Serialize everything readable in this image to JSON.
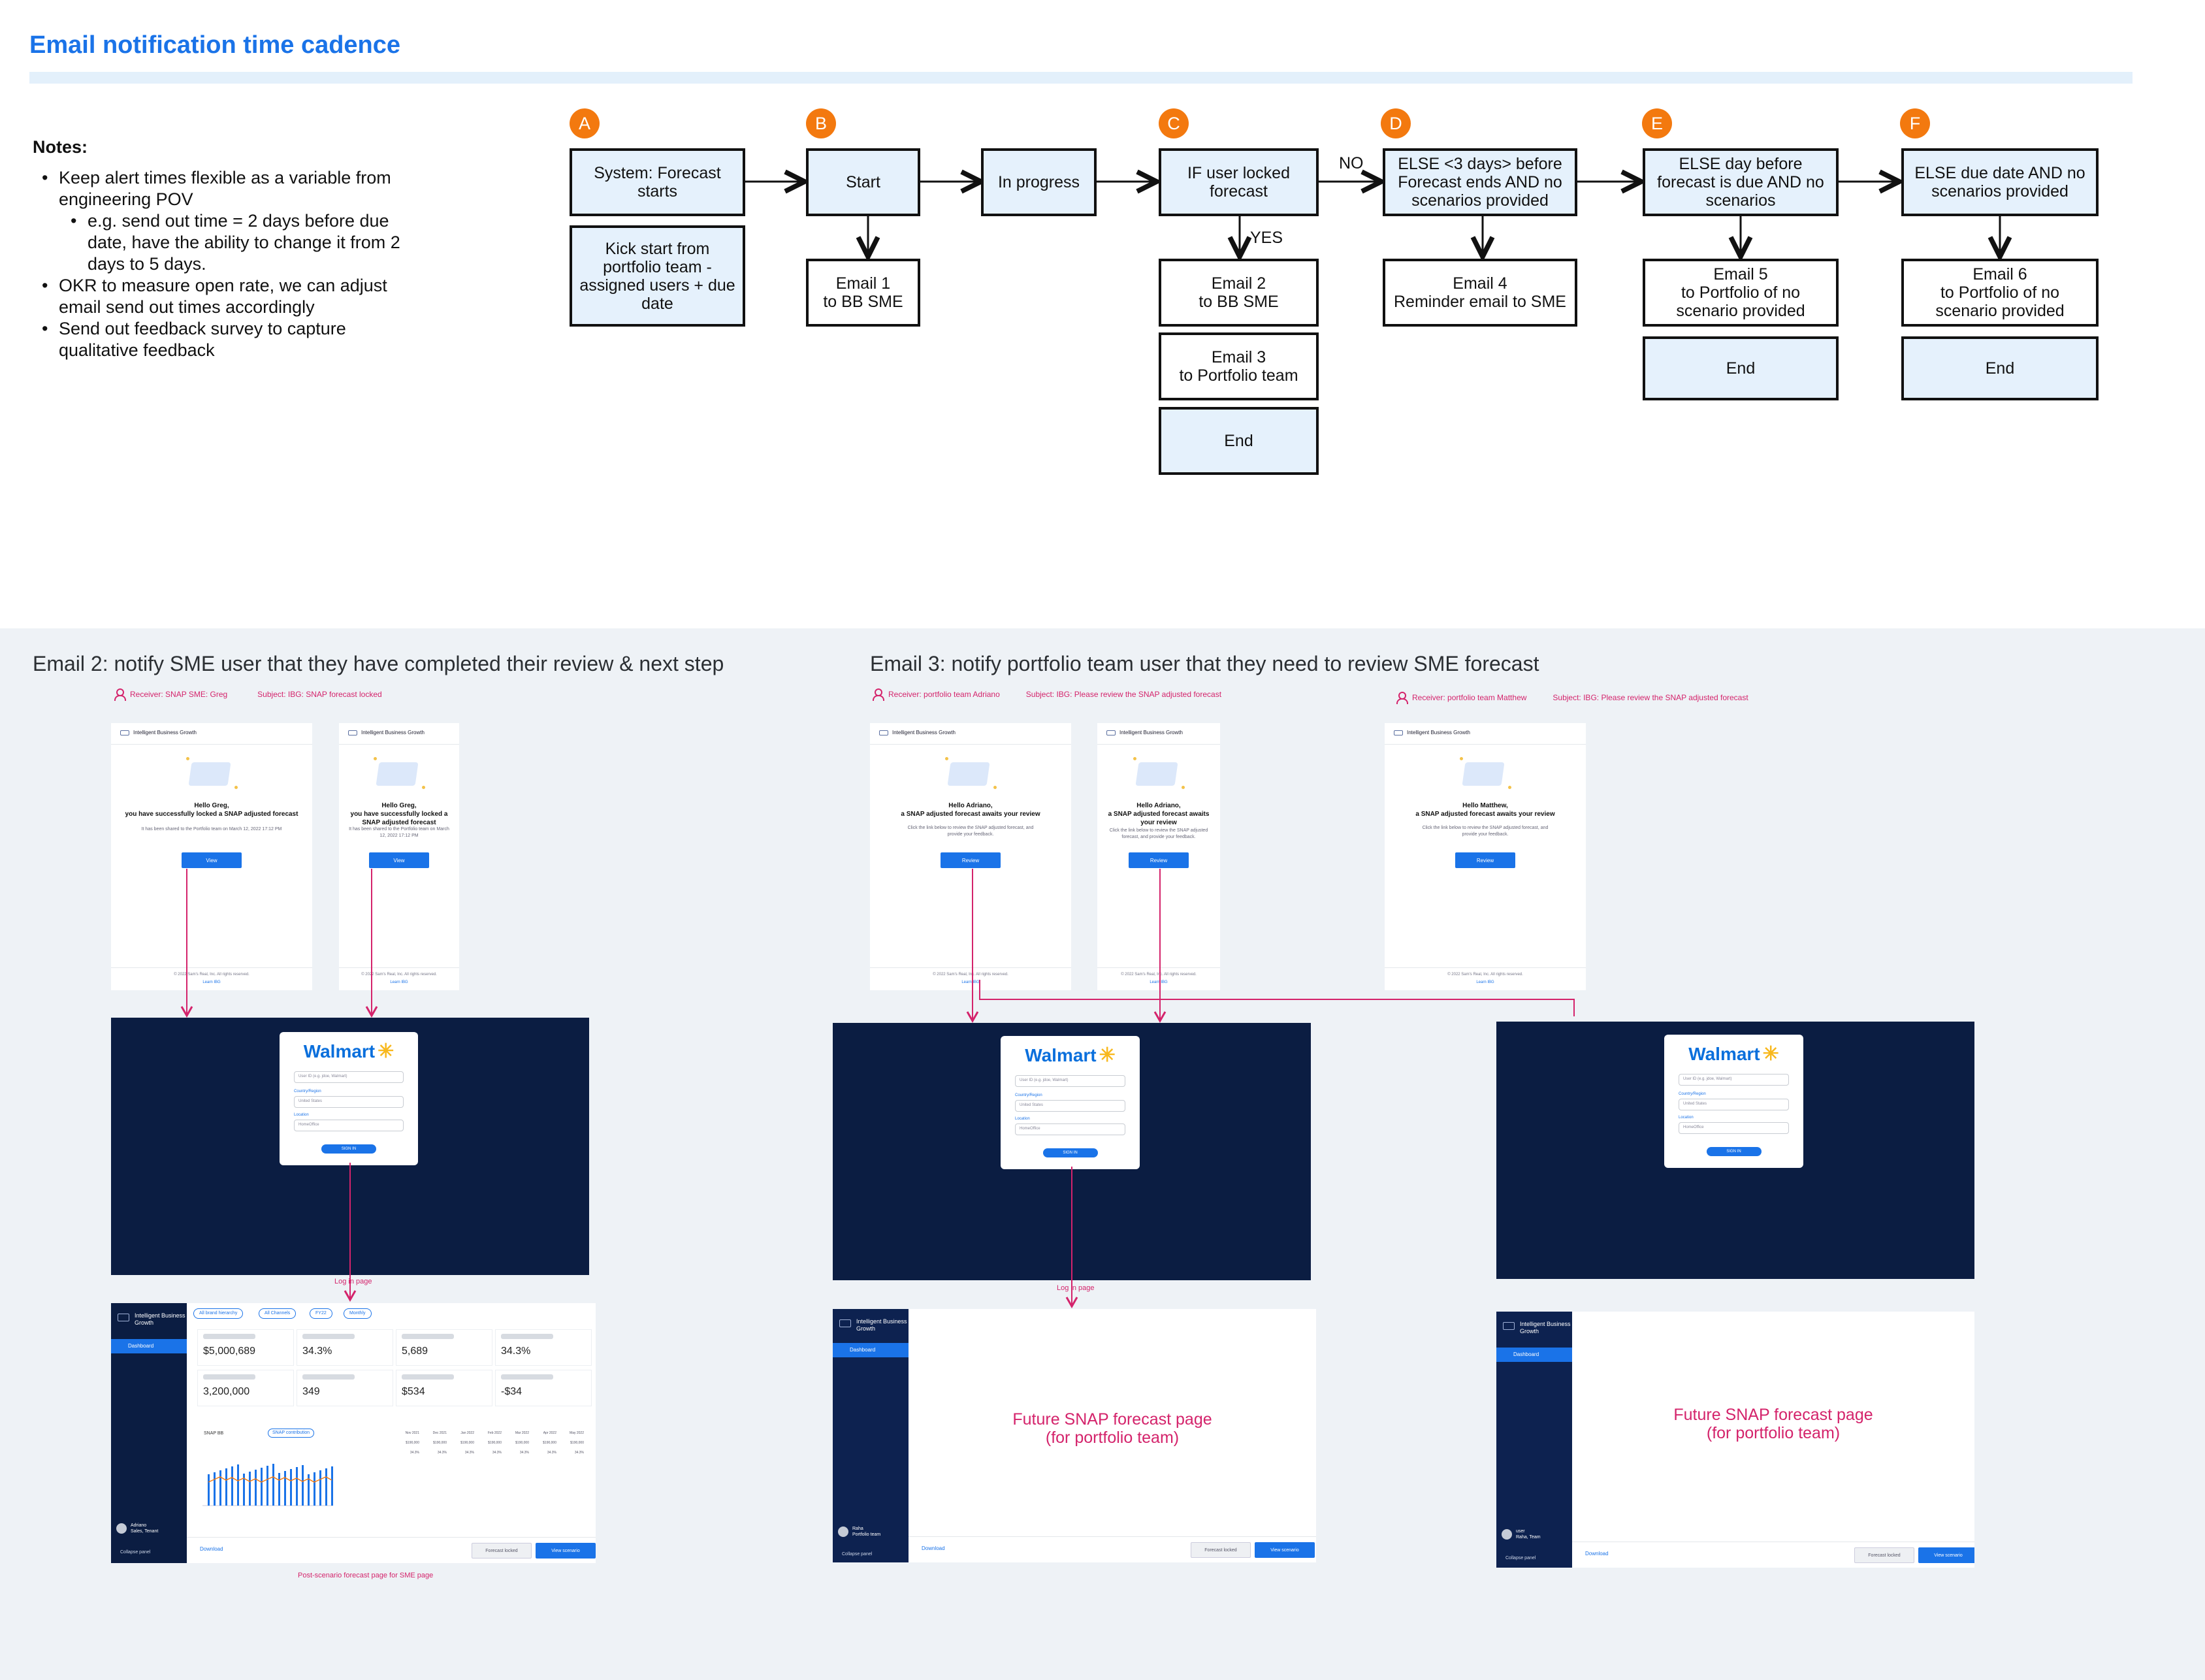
{
  "title": "Email notification time cadence",
  "notes": {
    "heading": "Notes:",
    "items": [
      {
        "text": "Keep alert times flexible as a variable from engineering POV",
        "sub": false
      },
      {
        "text": "e.g. send out time = 2 days before due date, have the ability to change it from 2 days to 5 days.",
        "sub": true
      },
      {
        "text": "OKR to measure open rate, we can adjust email send out times accordingly",
        "sub": false
      },
      {
        "text": "Send out feedback survey to capture qualitative feedback",
        "sub": false
      }
    ]
  },
  "flow": {
    "badges": [
      "A",
      "B",
      "C",
      "D",
      "E",
      "F"
    ],
    "nodes": {
      "system_start": "System: Forecast starts",
      "kickoff": "Kick start from portfolio team - assigned users + due date",
      "start": "Start",
      "email1": "Email 1\nto BB SME",
      "in_progress": "In progress",
      "if_locked": "IF user locked forecast",
      "email2": "Email 2\nto BB SME",
      "email3": "Email 3\nto Portfolio team",
      "end_c": "End",
      "else_3days": "ELSE <3 days> before Forecast ends AND no scenarios provided",
      "email4": "Email 4\nReminder email to SME",
      "else_day_before": "ELSE day before forecast is due AND no scenarios",
      "email5": "Email 5\nto Portfolio of no scenario provided",
      "end_e": "End",
      "else_due": "ELSE due date AND no scenarios provided",
      "email6": "Email 6\nto Portfolio of no scenario provided",
      "end_f": "End"
    },
    "labels": {
      "no": "NO",
      "yes": "YES"
    }
  },
  "email2_section": {
    "title": "Email 2: notify SME user that they have completed their review & next step",
    "receiver": "Receiver: SNAP SME: Greg",
    "subject": "Subject: IBG: SNAP forecast locked",
    "brand": "Intelligent Business Growth",
    "greeting_a": "Hello Greg,\nyou have successfully locked a SNAP adjusted forecast",
    "body_a": "It has been shared to the Portfolio team on March 12, 2022 17:12 PM",
    "greeting_b": "Hello Greg,\nyou have successfully locked a SNAP adjusted forecast",
    "body_b": "It has been shared to the Portfolio team on March 12, 2022 17:12 PM",
    "button": "View",
    "footer": "© 2022 Sam's Real, Inc. All rights reserved.",
    "footer_link": "Learn IBG",
    "login_note": "Log in page",
    "page_note": "Post-scenario forecast page for SME page"
  },
  "email3_section": {
    "title": "Email 3: notify portfolio team user that they need to review SME forecast",
    "receiver_a": "Receiver: portfolio team Adriano",
    "subject_a": "Subject: IBG: Please review the SNAP adjusted forecast",
    "receiver_b": "Receiver: portfolio team Matthew",
    "subject_b": "Subject: IBG: Please review the SNAP adjusted forecast",
    "greeting_a": "Hello Adriano,\na SNAP adjusted forecast awaits your review",
    "greeting_b": "Hello Adriano,\na SNAP adjusted forecast awaits your review",
    "greeting_c": "Hello Matthew,\na SNAP adjusted forecast awaits your review",
    "body": "Click the link below to review the SNAP adjusted forecast, and provide your feedback.",
    "button": "Review",
    "login_note": "Log in page",
    "future_a": "Future SNAP forecast page\n(for portfolio team)",
    "future_b": "Future SNAP forecast page\n(for portfolio team)"
  },
  "login": {
    "logo": "Walmart",
    "user_placeholder": "User ID (e.g. jdoe, Walmart)",
    "country_label": "Country/Region",
    "country_value": "United States",
    "location_label": "Location",
    "location_value": "HomeOffice",
    "button": "SIGN IN"
  },
  "app": {
    "brand": "Intelligent Business Growth",
    "nav_dashboard": "Dashboard",
    "user_a": "Adriano",
    "user_a_role": "Sales, Tenant",
    "user_b": "Raha",
    "user_b_role": "Portfolio team",
    "user_c": "user",
    "user_c_role": "Raha, Team",
    "collapse": "Collapse panel",
    "download": "Download",
    "locked": "Forecast locked",
    "view_scenario": "View scenario",
    "filters": [
      "All brand hierarchy",
      "All Channels",
      "FY22",
      "Monthly"
    ],
    "kpis": [
      "$5,000,689",
      "34.3%",
      "5,689",
      "34.3%",
      "3,200,000",
      "349",
      "$534",
      "-$34"
    ],
    "chart_title": "SNAP BB",
    "chart_chip": "SNAP contribution",
    "months": [
      "Nov 2021",
      "Dec 2021",
      "Jan 2022",
      "Feb 2022",
      "Mar 2022",
      "Apr 2022",
      "May 2022"
    ],
    "row1": [
      "$190,000",
      "$190,000",
      "$190,000",
      "$190,000",
      "$190,000",
      "$190,000",
      "$190,000"
    ],
    "row2": [
      "34.3%",
      "34.3%",
      "34.3%",
      "34.3%",
      "34.3%",
      "34.3%",
      "34.3%"
    ]
  }
}
